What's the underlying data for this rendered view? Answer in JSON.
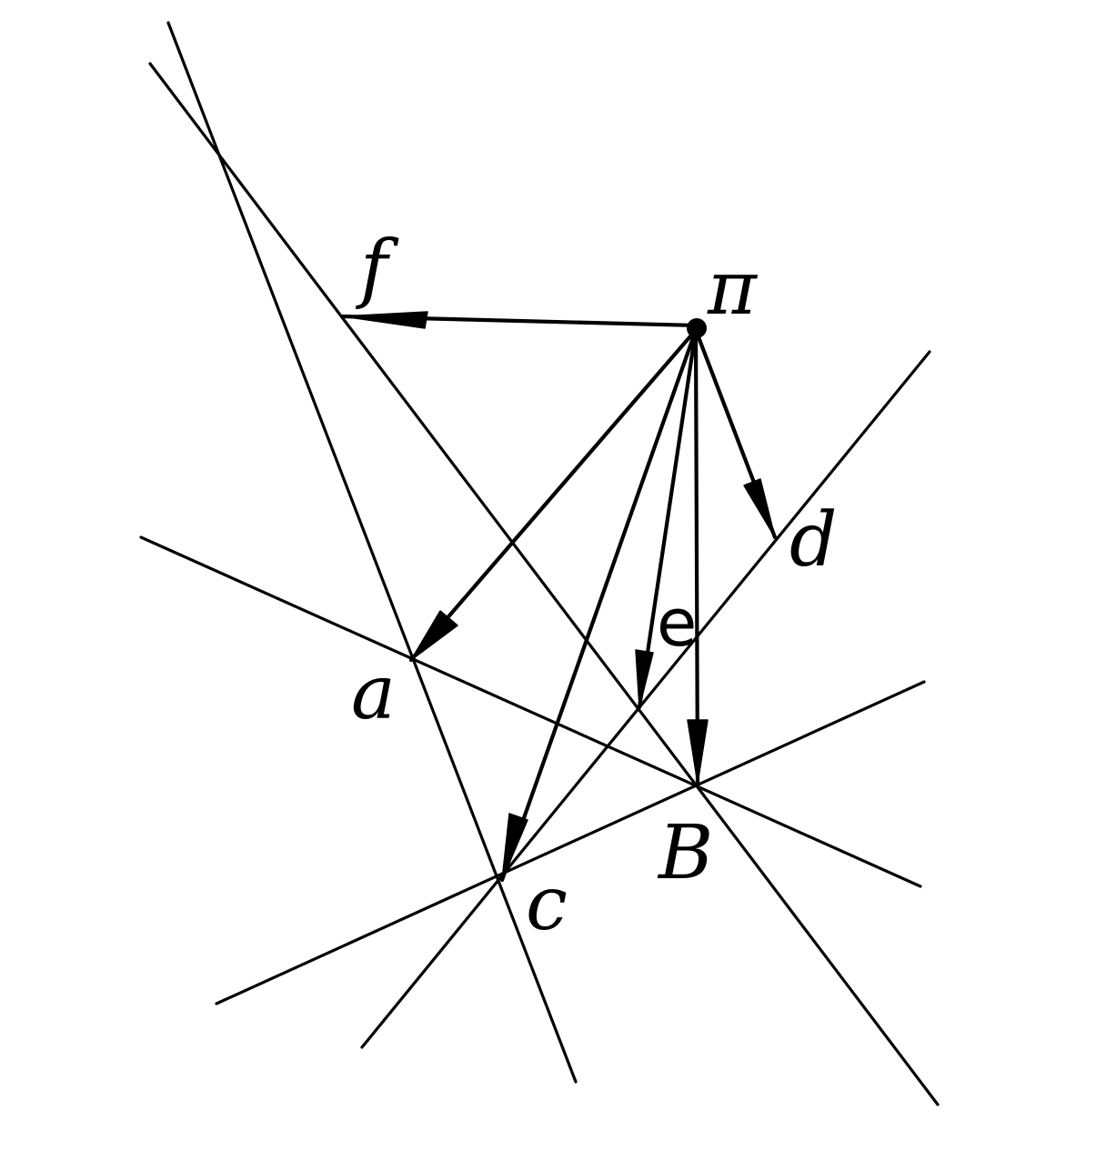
{
  "labels": {
    "pi": "π",
    "a": "a",
    "b": "B",
    "c": "c",
    "d": "d",
    "e": "e",
    "f": "f"
  },
  "colors": {
    "ink": "#000000",
    "background": "#ffffff"
  }
}
